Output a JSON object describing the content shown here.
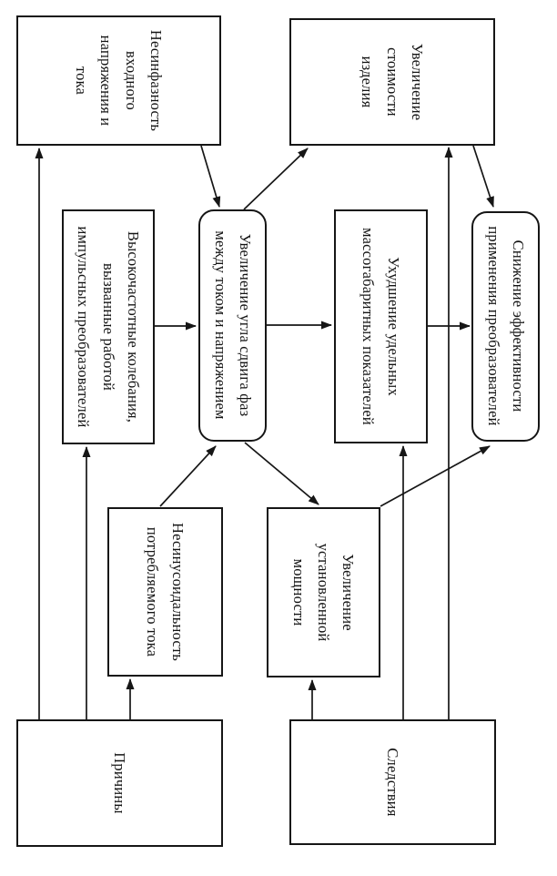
{
  "diagram_type": "cause-effect flowchart (rotated page, Russian)",
  "colors": {
    "background": "#ffffff",
    "line": "#161616",
    "box_border": "#161616",
    "text": "#141414"
  },
  "nodes": {
    "nesinfaznost": {
      "label": "Несинфазность\nвходного\nнапряжения и\nтока",
      "shape": "rect"
    },
    "vysokochastotnye": {
      "label": "Высокочастотные колебания,\nвызванные работой\nимпульсных преобразователей",
      "shape": "rect"
    },
    "nesinusoidalnost": {
      "label": "Несинусоидальность\nпотребляемого тока",
      "shape": "rect"
    },
    "prichiny": {
      "label": "Причины",
      "shape": "rect"
    },
    "uvelichenie_stoimosti": {
      "label": "Увеличение\nстоимости\nизделия",
      "shape": "rect"
    },
    "uvelichenie_ugla": {
      "label": "Увеличение угла сдвига фаз\nмежду током и напряжением",
      "shape": "rounded"
    },
    "ukhudshenie_udelnykh": {
      "label": "Ухудшение удельных\nмассогабаритных показателей",
      "shape": "rect"
    },
    "snizhenie_effektivnosti": {
      "label": "Снижение эффективности\nприменения преобразователей",
      "shape": "rounded"
    },
    "uvelichenie_moshchnosti": {
      "label": "Увеличение\nустановленной\nмощности",
      "shape": "rect"
    },
    "sledstviya": {
      "label": "Следствия",
      "shape": "rect"
    }
  },
  "edges": [
    {
      "from": "prichiny",
      "to": "nesinfaznost"
    },
    {
      "from": "prichiny",
      "to": "vysokochastotnye"
    },
    {
      "from": "prichiny",
      "to": "nesinusoidalnost"
    },
    {
      "from": "nesinfaznost",
      "to": "uvelichenie_ugla"
    },
    {
      "from": "vysokochastotnye",
      "to": "uvelichenie_ugla"
    },
    {
      "from": "nesinusoidalnost",
      "to": "uvelichenie_ugla"
    },
    {
      "from": "uvelichenie_ugla",
      "to": "uvelichenie_stoimosti"
    },
    {
      "from": "uvelichenie_ugla",
      "to": "ukhudshenie_udelnykh"
    },
    {
      "from": "uvelichenie_ugla",
      "to": "uvelichenie_moshchnosti"
    },
    {
      "from": "ukhudshenie_udelnykh",
      "to": "snizhenie_effektivnosti"
    },
    {
      "from": "uvelichenie_stoimosti",
      "to": "snizhenie_effektivnosti"
    },
    {
      "from": "uvelichenie_moshchnosti",
      "to": "snizhenie_effektivnosti"
    },
    {
      "from": "sledstviya",
      "to": "uvelichenie_moshchnosti"
    },
    {
      "from": "sledstviya",
      "to": "ukhudshenie_udelnykh"
    },
    {
      "from": "sledstviya",
      "to": "uvelichenie_stoimosti"
    }
  ]
}
